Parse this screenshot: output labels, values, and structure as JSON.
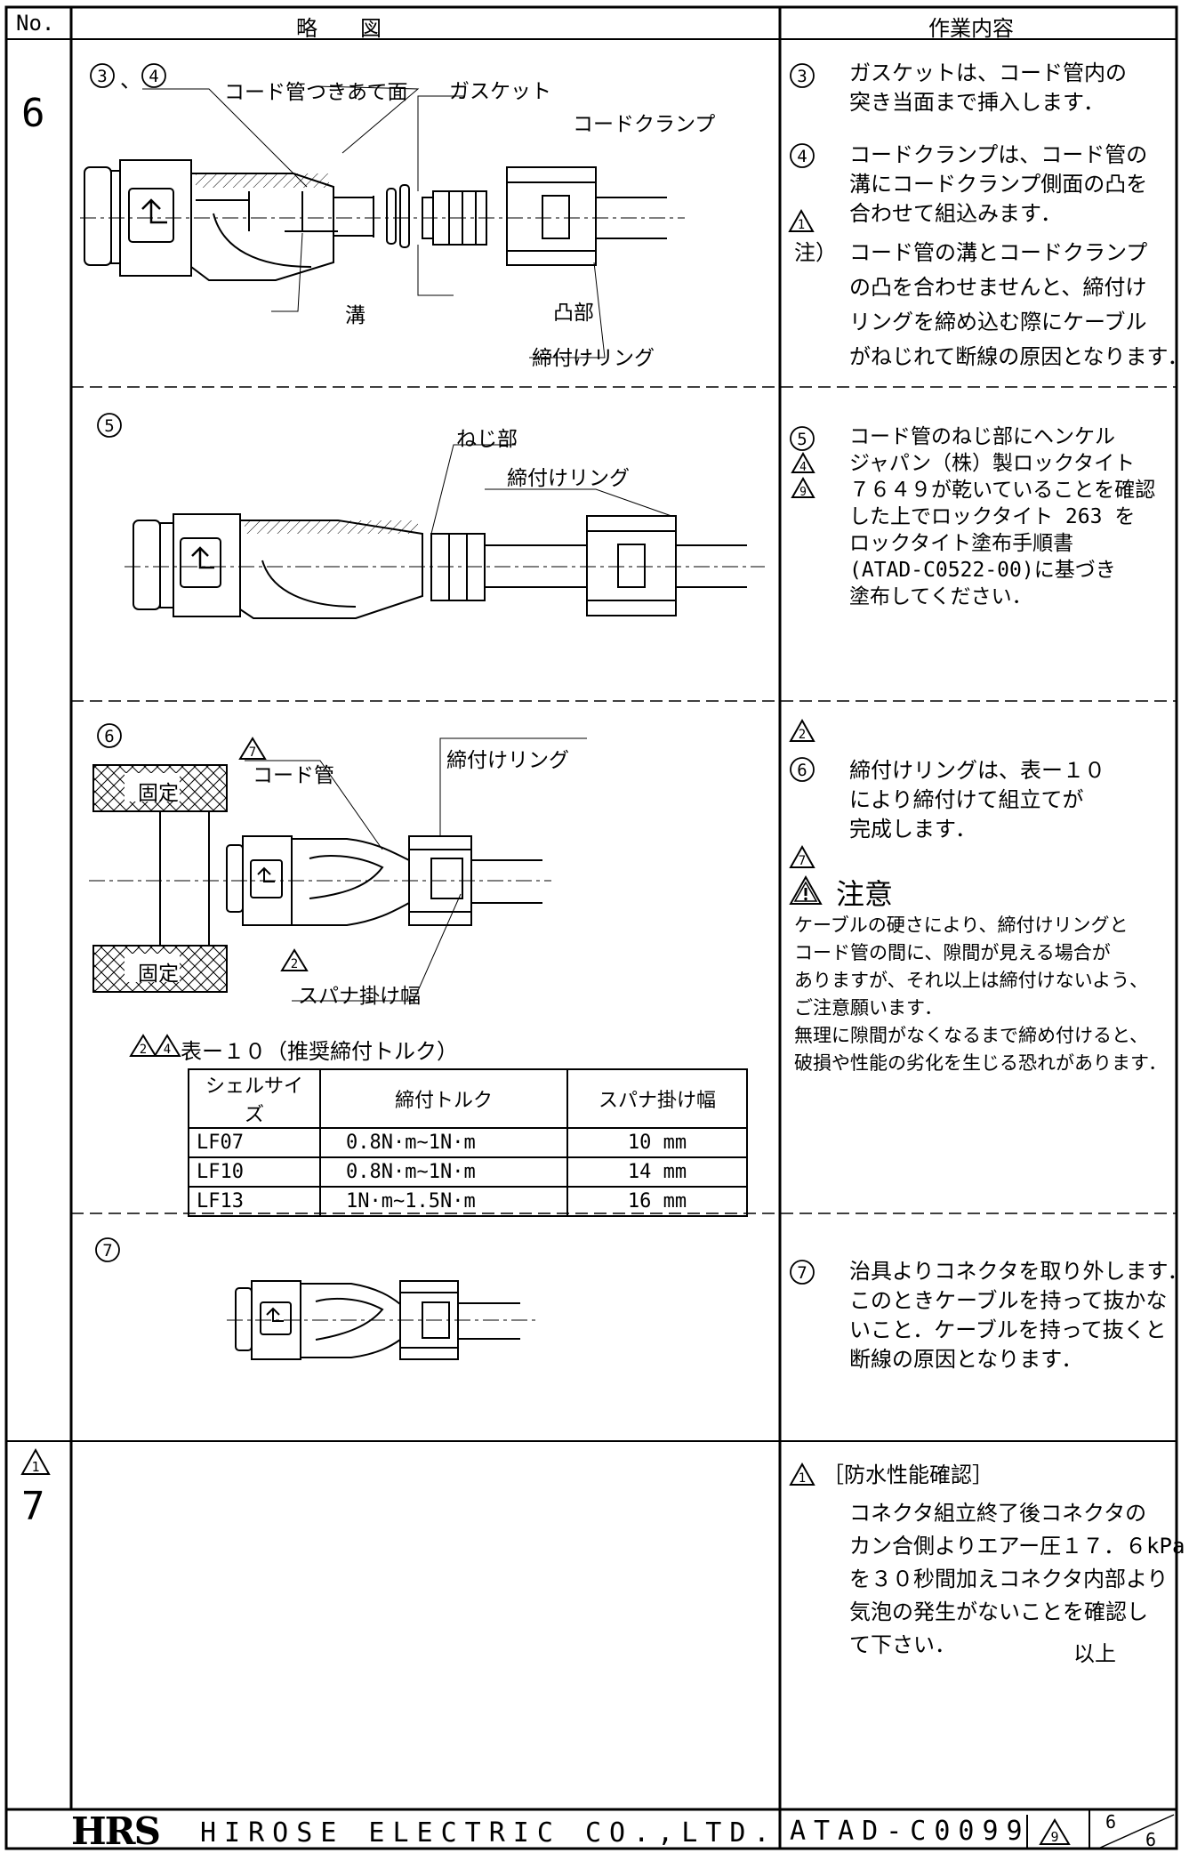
{
  "header": {
    "no": "No.",
    "sketch": "略　　図",
    "work": "作業内容"
  },
  "rows": [
    {
      "no": "6"
    },
    {
      "no": "7",
      "rev_mark": "1"
    }
  ],
  "sketch1": {
    "step_marks": [
      "3",
      "4"
    ],
    "separator": "、",
    "labels": {
      "cord_butting_face": "コード管つきあて面",
      "gasket": "ガスケット",
      "cord_clamp": "コードクランプ",
      "groove": "溝",
      "protrusion": "凸部",
      "clamp_ring": "締付けリング"
    }
  },
  "sketch2": {
    "step_mark": "5",
    "labels": {
      "thread": "ねじ部",
      "clamp_ring": "締付けリング"
    }
  },
  "sketch3": {
    "step_mark": "6",
    "labels": {
      "cord_tube": "コード管",
      "clamp_ring": "締付けリング",
      "fixed_top": "固定",
      "fixed_bottom": "固定",
      "wrench_width": "スパナ掛け幅",
      "rev7": "7",
      "rev2": "2"
    }
  },
  "torque_table": {
    "rev_marks": [
      "2",
      "4"
    ],
    "title": "表ー１０（推奨締付トルク）",
    "headers": [
      "シェルサイズ",
      "締付トルク",
      "スパナ掛け幅"
    ],
    "rows": [
      [
        "LF07",
        "0.8N·m~1N·m",
        "10 mm"
      ],
      [
        "LF10",
        "0.8N·m~1N·m",
        "14 mm"
      ],
      [
        "LF13",
        "1N·m~1.5N·m",
        "16 mm"
      ]
    ]
  },
  "sketch4": {
    "step_mark": "7"
  },
  "work": {
    "s3": {
      "mark": "3",
      "lines": [
        "ガスケットは、コード管内の",
        "突き当面まで挿入します．"
      ]
    },
    "s4": {
      "mark": "4",
      "lines": [
        "コードクランプは、コード管の",
        "溝にコードクランプ側面の凸を",
        "合わせて組込みます．"
      ]
    },
    "note": {
      "rev": "1",
      "prefix": "注）",
      "lines": [
        "コード管の溝とコードクランプ",
        "の凸を合わせませんと、締付け",
        "リングを締め込む際にケーブル",
        "がねじれて断線の原因となります．"
      ]
    },
    "s5": {
      "mark": "5",
      "revs": [
        "4",
        "9"
      ],
      "lines": [
        "コード管のねじ部にヘンケル",
        "ジャパン（株）製ロックタイト",
        "７６４９が乾いていることを確認",
        "した上でロックタイト 263 を",
        "ロックタイト塗布手順書",
        "(ATAD-C0522-00)に基づき",
        "塗布してください．"
      ]
    },
    "s6": {
      "rev": "2",
      "mark": "6",
      "lines": [
        "締付けリングは、表ー１０",
        "により締付けて組立てが",
        "完成します．"
      ]
    },
    "caution": {
      "rev": "7",
      "title": "注意",
      "lines": [
        "ケーブルの硬さにより、締付けリングと",
        "コード管の間に、隙間が見える場合が",
        "ありますが、それ以上は締付けないよう、",
        "ご注意願います．",
        "無理に隙間がなくなるまで締め付けると、",
        "破損や性能の劣化を生じる恐れがあります．"
      ]
    },
    "s7": {
      "mark": "7",
      "lines": [
        "治具よりコネクタを取り外します．",
        "このときケーブルを持って抜かな",
        "いこと．ケーブルを持って抜くと",
        "断線の原因となります．"
      ]
    },
    "waterproof": {
      "rev": "1",
      "title": "［防水性能確認］",
      "lines": [
        "コネクタ組立終了後コネクタの",
        "カン合側よりエアー圧１７．６kPa",
        "を３０秒間加えコネクタ内部より",
        "気泡の発生がないことを確認し",
        "て下さい．"
      ],
      "end": "以上"
    }
  },
  "footer": {
    "logo": "HRS",
    "company": "HIROSE ELECTRIC CO.,LTD.",
    "doc_no": "ATAD-C0099",
    "rev": "9",
    "page": "6",
    "total": "6"
  }
}
